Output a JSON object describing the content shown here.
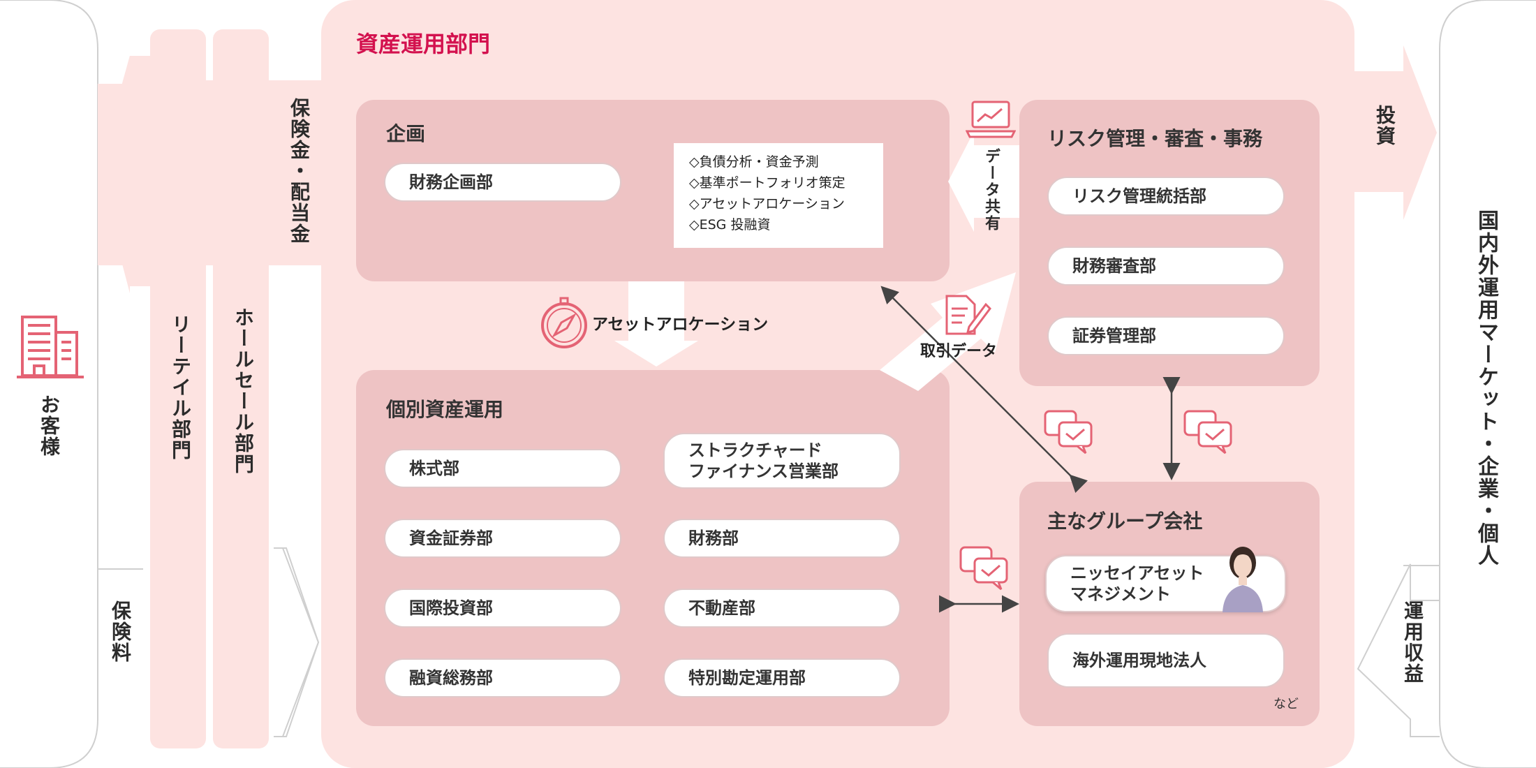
{
  "colors": {
    "accent": "#d3114e",
    "panel": "#eec3c4",
    "panel_light": "#fde3e1",
    "icon": "#e46374"
  },
  "left": {
    "customer_label": "お客様",
    "premium_label": "保険料"
  },
  "channels": {
    "retail": "リーテイル部門",
    "wholesale": "ホールセール部門",
    "payout": "保険金・配当金"
  },
  "main": {
    "title": "資産運用部門",
    "planning": {
      "title": "企画",
      "dept": "財務企画部",
      "notes": [
        "◇負債分析・資金予測",
        "◇基準ポートフォリオ策定",
        "◇アセットアロケーション",
        "◇ESG 投融資"
      ]
    },
    "allocation_label": "アセットアロケーション",
    "individual": {
      "title": "個別資産運用",
      "depts": [
        "株式部",
        "ストラクチャード\nファイナンス営業部",
        "資金証券部",
        "財務部",
        "国際投資部",
        "不動産部",
        "融資総務部",
        "特別勘定運用部"
      ]
    },
    "data_share_label": "データ共有",
    "trade_data_label": "取引データ",
    "risk": {
      "title": "リスク管理・審査・事務",
      "depts": [
        "リスク管理統括部",
        "財務審査部",
        "証券管理部"
      ]
    },
    "group": {
      "title": "主なグループ会社",
      "depts": [
        "ニッセイアセット\nマネジメント",
        "海外運用現地法人"
      ],
      "etc": "など"
    }
  },
  "right": {
    "invest_label": "投資",
    "market_label": "国内外運用マーケット・企業・個人",
    "return_label": "運用収益"
  }
}
